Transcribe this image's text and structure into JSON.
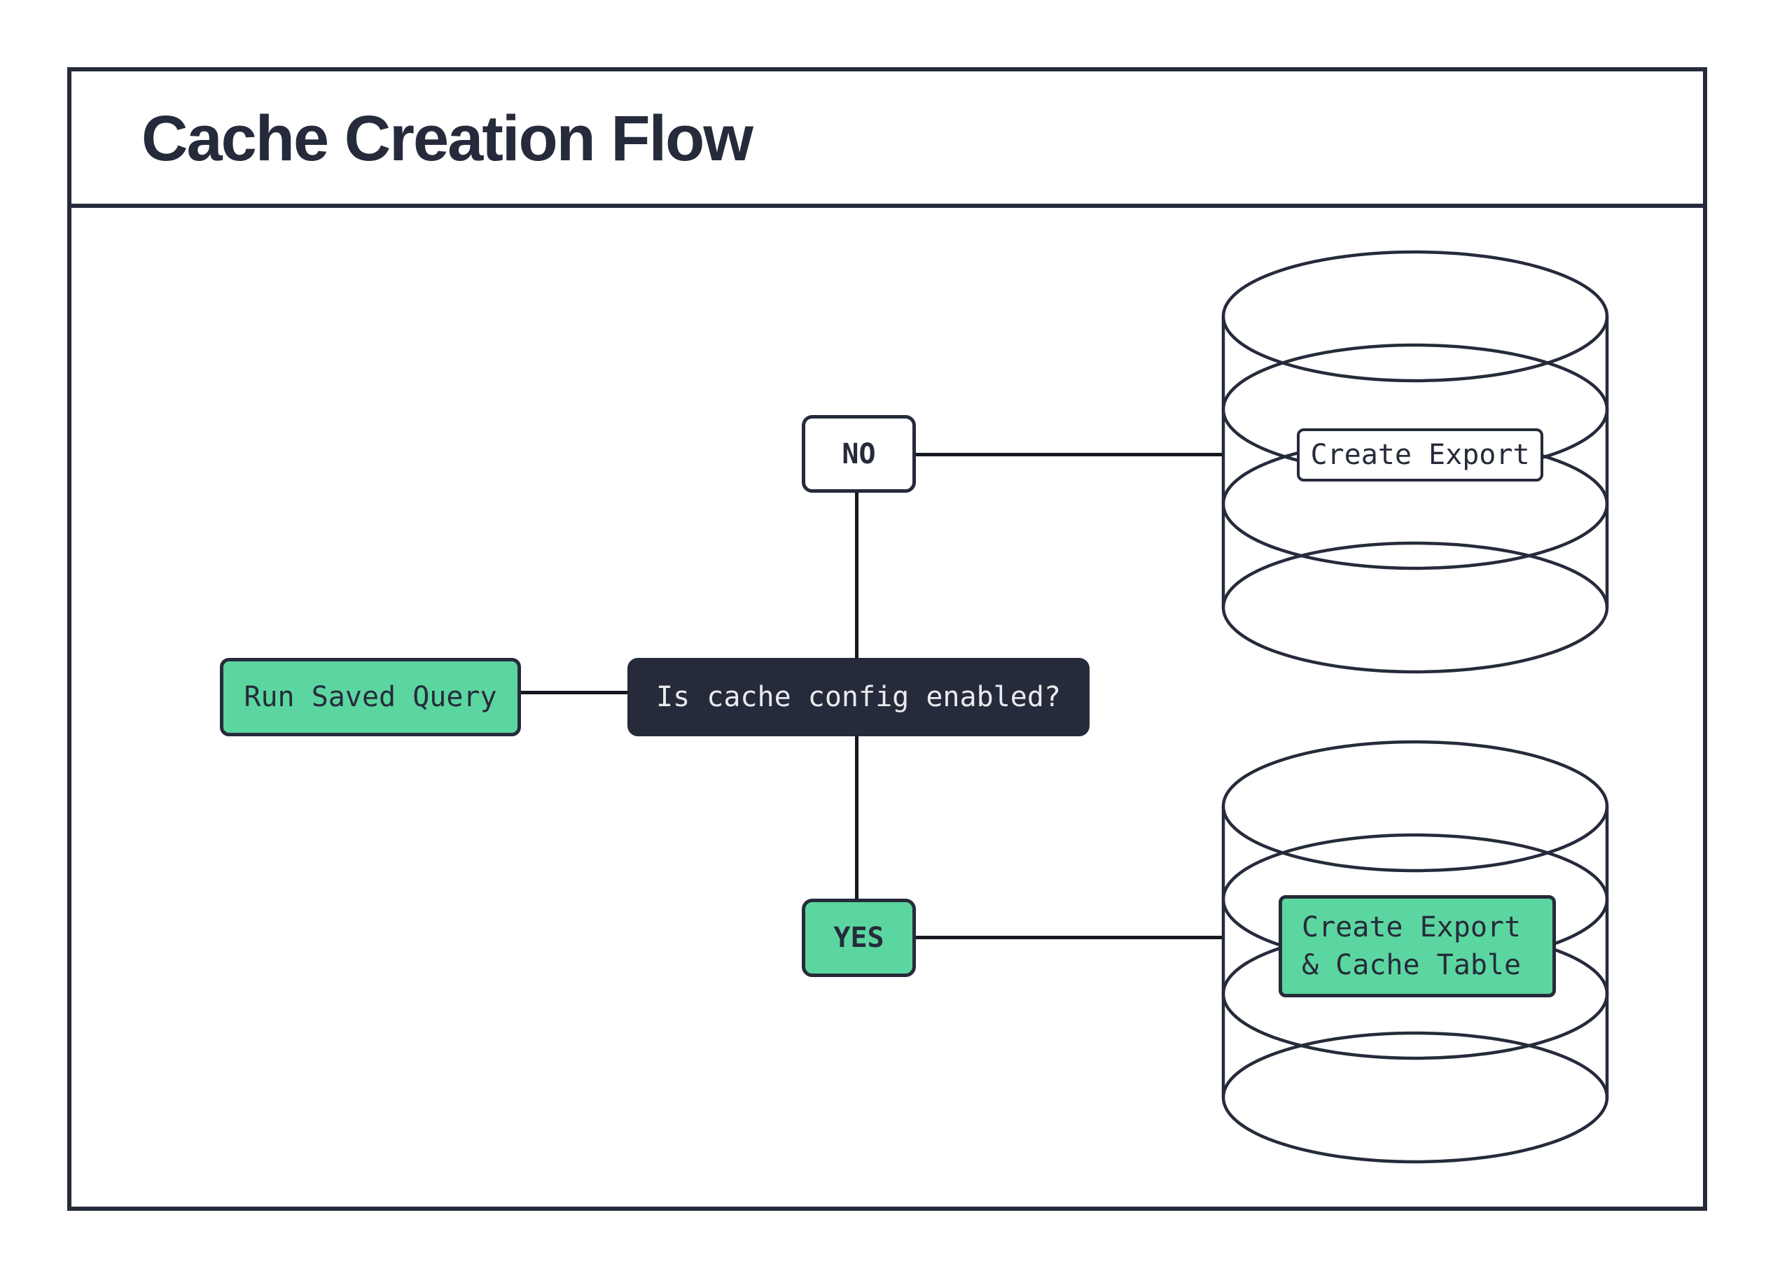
{
  "title": "Cache Creation Flow",
  "nodes": {
    "start": {
      "label": "Run Saved Query"
    },
    "decision": {
      "label": "Is cache config enabled?"
    },
    "edge_no": {
      "label": "NO"
    },
    "edge_yes": {
      "label": "YES"
    },
    "export_db": {
      "label": "Create Export"
    },
    "export_cache_db": {
      "line1": "Create Export",
      "line2": "& Cache Table"
    }
  },
  "icons": {
    "top_right": "database-cylinder-icon",
    "bottom_right": "database-cylinder-icon"
  },
  "colors": {
    "dark_navy": "#262B3B",
    "accent_green": "#5CD6A0",
    "edge_line": "#15181F",
    "text_light": "#E9EAEE",
    "background": "#FFFFFF"
  }
}
